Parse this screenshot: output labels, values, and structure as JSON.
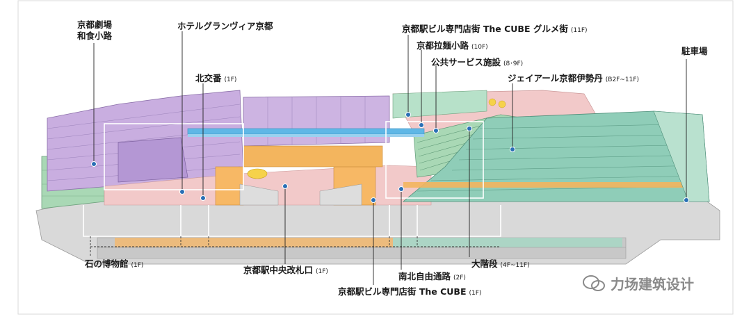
{
  "labels": {
    "theater": {
      "line1": "京都劇場",
      "line2": "和食小路"
    },
    "hotel": {
      "text": "ホテルグランヴィア京都"
    },
    "police_box": {
      "text": "北交番",
      "floor": "(1F)"
    },
    "cube_gourmet": {
      "text": "京都駅ビル専門店街 The CUBE グルメ街",
      "floor": "(11F)"
    },
    "ramen": {
      "text": "京都拉麺小路",
      "floor": "(10F)"
    },
    "public_service": {
      "text": "公共サービス施設",
      "floor": "(8･9F)"
    },
    "isetan": {
      "text": "ジェイアール京都伊勢丹",
      "floor": "(B2F~11F)"
    },
    "parking": {
      "text": "駐車場"
    },
    "stone_museum": {
      "text": "石の博物館",
      "floor": "(1F)"
    },
    "central_gate": {
      "text": "京都駅中央改札口",
      "floor": "(1F)"
    },
    "grand_stairs": {
      "text": "大階段",
      "floor": "(4F~11F)"
    },
    "free_passage": {
      "text": "南北自由通路",
      "floor": "(2F)"
    },
    "cube_1f": {
      "text": "京都駅ビル専門店街 The CUBE",
      "floor": "(1F)"
    }
  },
  "watermark": {
    "text": "力场建筑设计"
  },
  "colors": {
    "purple": "#c9aee0",
    "green": "#a9d8b5",
    "teal": "#8fcdb8",
    "pink": "#f2c9c9",
    "orange": "#f5b35a",
    "gray": "#cfcfcf",
    "blue": "#5fb7e6",
    "marker": "#2a6fb5"
  }
}
